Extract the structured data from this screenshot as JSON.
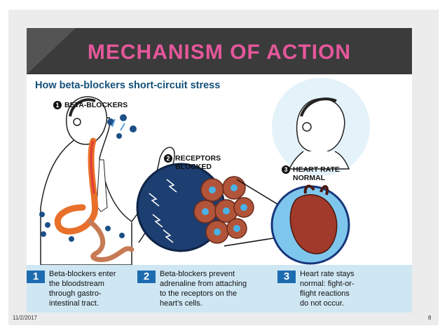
{
  "slide": {
    "title": "MECHANISM OF ACTION",
    "date": "11/2/2017",
    "page_number": "8"
  },
  "figure": {
    "subtitle": "How beta-blockers short-circuit stress",
    "labels": [
      {
        "num": "1",
        "text": "BETA-BLOCKERS"
      },
      {
        "num": "2",
        "text_line1": "RECEPTORS",
        "text_line2": "BLOCKED"
      },
      {
        "num": "3",
        "text_line1": "HEART RATE",
        "text_line2": "NORMAL"
      }
    ],
    "steps": [
      {
        "num": "1",
        "lines": [
          "Beta-blockers enter",
          "the bloodstream",
          "through gastro-",
          "intestinal tract."
        ]
      },
      {
        "num": "2",
        "lines": [
          "Beta-blockers prevent",
          "adrenaline from attaching",
          "to the receptors on the",
          "heart's cells."
        ]
      },
      {
        "num": "3",
        "lines": [
          "Heart rate stays",
          "normal: fight-or-",
          "flight reactions",
          "do not occur."
        ]
      }
    ]
  },
  "colors": {
    "title_pink": "#e5579a",
    "band_dark": "#3b3b3b",
    "subtitle_blue": "#14507a",
    "strip_blue": "#cfe6f3",
    "number_blue": "#1e6cb0"
  }
}
